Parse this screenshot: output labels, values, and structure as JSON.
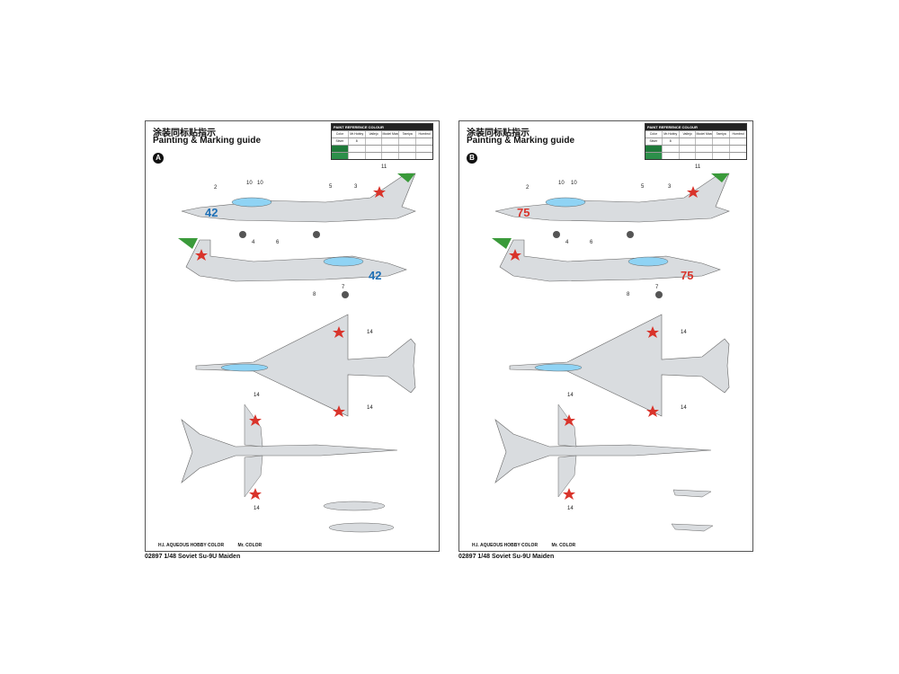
{
  "sheets": [
    {
      "title_cn": "涂装同标贴指示",
      "title_en": "Painting & Marking guide",
      "scheme": "A",
      "tail_number": "42",
      "tail_color": "#1e6fb5",
      "legend_left": "H.I. AQUEOUS HOBBY COLOR",
      "legend_right": "Mr. COLOR",
      "footer": "02897  1/48 Soviet Su-9U Maiden"
    },
    {
      "title_cn": "涂装同标贴指示",
      "title_en": "Painting & Marking guide",
      "scheme": "B",
      "tail_number": "75",
      "tail_color": "#d9342b",
      "legend_left": "H.I. AQUEOUS HOBBY COLOR",
      "legend_right": "Mr. COLOR",
      "footer": "02897  1/48 Soviet Su-9U Maiden"
    }
  ],
  "paint_table": {
    "header": "PAINT   REFERENCE COLOUR",
    "columns": [
      "Color",
      "Mr.Hobby",
      "Vallejo",
      "Model Master",
      "Tamiya",
      "Humbrol"
    ],
    "rows": [
      {
        "color": "Silver",
        "swatch": "#cccccc",
        "cells": [
          "8",
          "",
          "",
          "",
          ""
        ]
      },
      {
        "color": "",
        "swatch": "#1f7a3a",
        "cells": [
          "",
          "",
          "",
          "",
          ""
        ]
      },
      {
        "color": "",
        "swatch": "#2c8f4a",
        "cells": [
          "",
          "",
          "",
          "",
          ""
        ]
      }
    ]
  },
  "colors": {
    "airframe": "#d9dcdf",
    "canopy": "#8fd3f4",
    "fin_tip": "#3a9a3a",
    "star": "#d9342b"
  },
  "callout_labels": [
    "2",
    "10",
    "10",
    "5",
    "3",
    "11",
    "4",
    "6",
    "7",
    "8",
    "14"
  ]
}
